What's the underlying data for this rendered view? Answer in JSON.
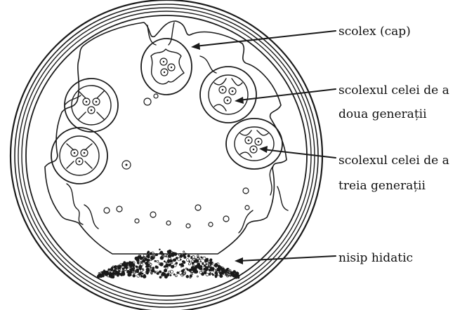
{
  "labels": {
    "scolex": "scolex (cap)",
    "second_gen_line1": "scolexul celei de a",
    "second_gen_line2": "doua generații",
    "third_gen_line1": "scolexul celei de a",
    "third_gen_line2": "treia generații",
    "hydatid_sand": "nisip hidatic"
  },
  "colors": {
    "ink": "#1a1a1a",
    "background": "#ffffff"
  }
}
